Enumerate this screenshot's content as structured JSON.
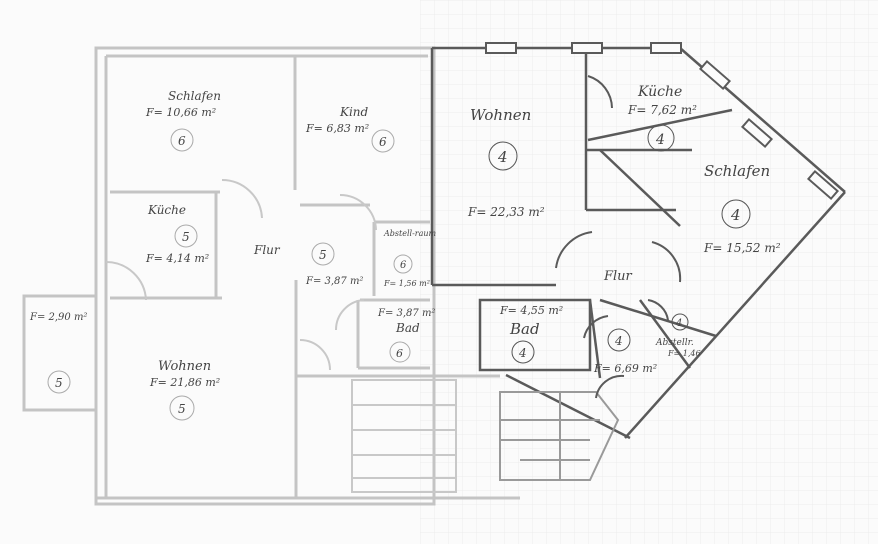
{
  "plan": {
    "left_unit": {
      "rooms": [
        {
          "id": "schlafen-left",
          "name": "Schlafen",
          "area": "F= 10,66 m²",
          "unit": "6"
        },
        {
          "id": "kind",
          "name": "Kind",
          "area": "F= 6,83 m²",
          "unit": "6"
        },
        {
          "id": "kueche-left",
          "name": "Küche",
          "area": "F= 4,14 m²",
          "unit": "5"
        },
        {
          "id": "flur-left",
          "name": "Flur",
          "area": "F= 3,87 m²",
          "unit": "5"
        },
        {
          "id": "abstellraum-left",
          "name": "Abstell-raum",
          "area": "F= 1,56 m²",
          "unit": "6"
        },
        {
          "id": "bad-left",
          "name": "Bad",
          "area": "F= 3,87 m²",
          "unit": "6"
        },
        {
          "id": "wohnen-left",
          "name": "Wohnen",
          "area": "F= 21,86 m²",
          "unit": "5"
        },
        {
          "id": "balkon",
          "name": "",
          "area": "F= 2,90 m²",
          "unit": "5"
        }
      ]
    },
    "right_unit": {
      "rooms": [
        {
          "id": "wohnen-right",
          "name": "Wohnen",
          "area": "F= 22,33 m²",
          "unit": "4"
        },
        {
          "id": "kueche-right",
          "name": "Küche",
          "area": "F= 7,62 m²",
          "unit": "4"
        },
        {
          "id": "schlafen-right",
          "name": "Schlafen",
          "area": "F= 15,52 m²",
          "unit": "4"
        },
        {
          "id": "flur-right",
          "name": "Flur",
          "area": "F= 6,69 m²",
          "unit": "4"
        },
        {
          "id": "bad-right",
          "name": "Bad",
          "area": "F= 4,55 m²",
          "unit": "4"
        },
        {
          "id": "abstellr-right",
          "name": "Abstellr.",
          "area": "F= 1,46",
          "unit": "4"
        }
      ]
    }
  },
  "style": {
    "line_color": "#5a5a5a",
    "faint_line": "#c8c8c8",
    "grid_color": "#e6e6e6"
  }
}
